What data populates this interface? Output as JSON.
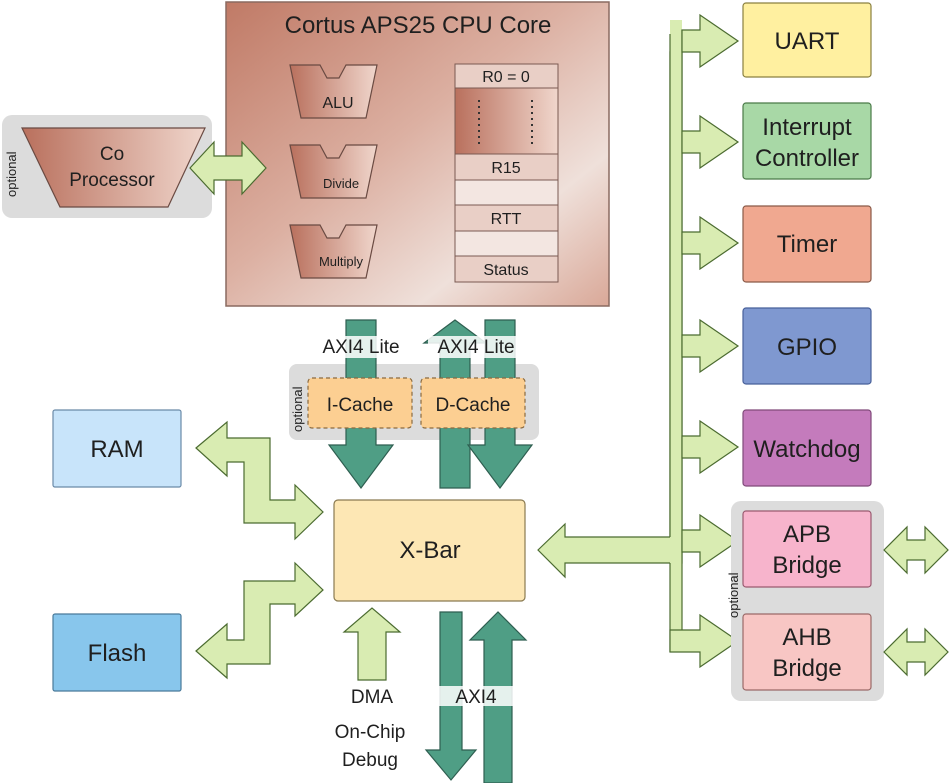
{
  "cpu": {
    "title": "Cortus APS25 CPU Core",
    "alu": "ALU",
    "divide": "Divide",
    "multiply": "Multiply",
    "registers": {
      "r0": "R0 = 0",
      "r15": "R15",
      "rtt": "RTT",
      "status": "Status"
    }
  },
  "coprocessor": {
    "line1": "Co",
    "line2": "Processor",
    "optional": "optional"
  },
  "bus": {
    "axi4_lite_left": "AXI4 Lite",
    "axi4_lite_right": "AXI4 Lite",
    "axi4": "AXI4"
  },
  "cache": {
    "optional": "optional",
    "icache": "I-Cache",
    "dcache": "D-Cache"
  },
  "memory": {
    "ram": "RAM",
    "flash": "Flash"
  },
  "xbar": "X-Bar",
  "dma": "DMA",
  "debug": {
    "line1": "On-Chip",
    "line2": "Debug"
  },
  "peripherals": {
    "uart": "UART",
    "interrupt_line1": "Interrupt",
    "interrupt_line2": "Controller",
    "timer": "Timer",
    "gpio": "GPIO",
    "watchdog": "Watchdog"
  },
  "bridges": {
    "optional": "optional",
    "apb_line1": "APB",
    "apb_line2": "Bridge",
    "ahb_line1": "AHB",
    "ahb_line2": "Bridge"
  },
  "colors": {
    "cpu_fill": "#c98b78",
    "light_green_arrow": "#d9ecb2",
    "dark_green_arrow": "#4f9e85",
    "uart": "#fff0a0",
    "interrupt": "#a8d8a6",
    "timer": "#f0a890",
    "gpio": "#7f98d0",
    "watchdog": "#c47bbc",
    "apb": "#f7b4cc",
    "ahb": "#f8c6c4",
    "ram": "#c8e4fa",
    "flash": "#88c6ec",
    "xbar": "#fde7b4",
    "cache": "#fccf92"
  }
}
